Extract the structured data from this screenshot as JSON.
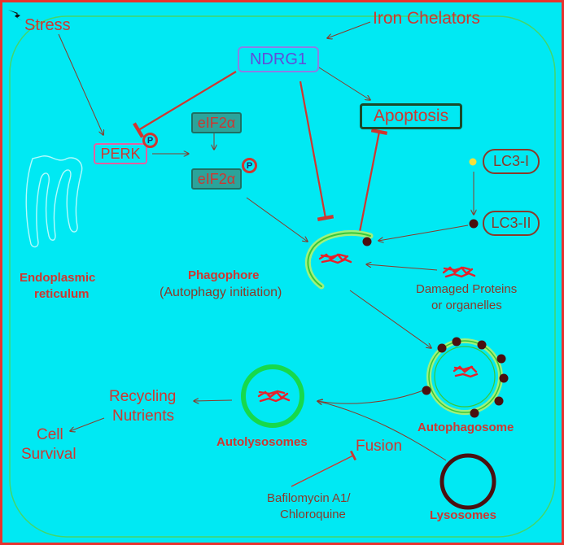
{
  "colors": {
    "background": "#00e9f3",
    "frame": "#e8332e",
    "cell_membrane": "#44d66a",
    "inhibition": "#d0362f",
    "arrow": "#8a3a2a",
    "ndrg1_box": "#8a7fe6",
    "perk_box": "#e85fa0",
    "eif2a_fill": "#2aa49b",
    "apoptosis_border": "#1a4a2a",
    "autolysosome_ring": "#17d94b",
    "lysosome_ring": "#4a1010"
  },
  "labels": {
    "stress": "Stress",
    "iron_chelators": "Iron Chelators",
    "ndrg1": "NDRG1",
    "apoptosis": "Apoptosis",
    "perk": "PERK",
    "eif2a_top": "eIF2α",
    "eif2a_bottom": "eIF2α",
    "phospho": "P",
    "lc3_i": "LC3-I",
    "lc3_ii": "LC3-II",
    "er_line1": "Endoplasmic",
    "er_line2": "reticulum",
    "phagophore": "Phagophore",
    "autophagy_initiation": "(Autophagy initiation)",
    "damaged_line1": "Damaged Proteins",
    "damaged_line2": "or organelles",
    "recycling_line1": "Recycling",
    "recycling_line2": "Nutrients",
    "cell_line1": "Cell",
    "cell_line2": "Survival",
    "autolysosomes": "Autolysosomes",
    "fusion": "Fusion",
    "autophagosome": "Autophagosome",
    "bafilomycin_line1": "Bafilomycin A1/",
    "bafilomycin_line2": "Chloroquine",
    "lysosomes": "Lysosomes"
  },
  "icons": [
    "lightning-icon",
    "phospho-icon",
    "protein-aggregate-icon"
  ]
}
